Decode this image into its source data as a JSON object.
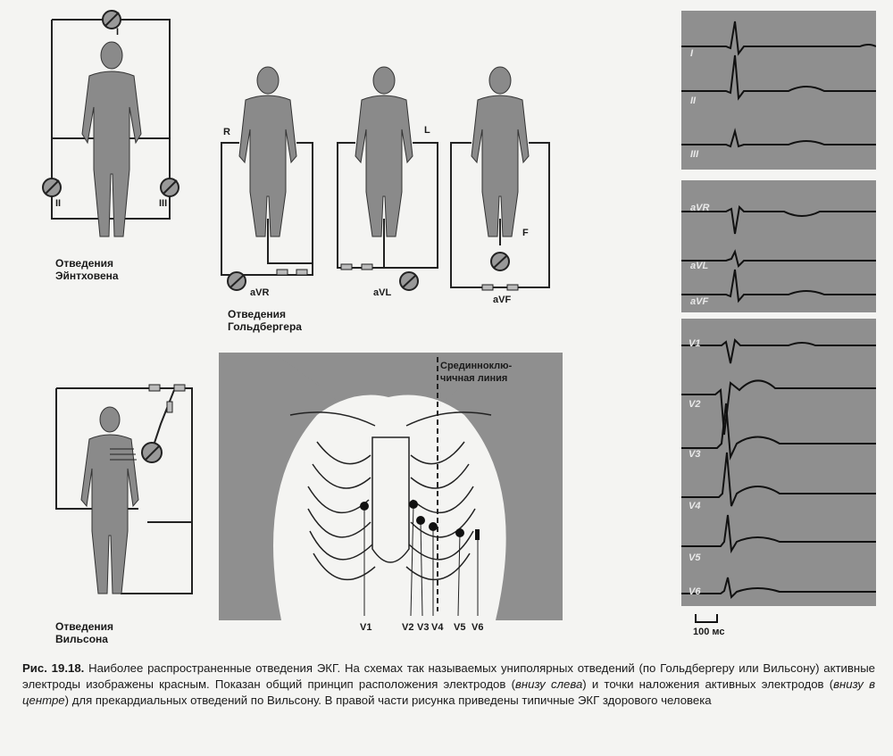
{
  "einthoven": {
    "caption_line1": "Отведения",
    "caption_line2": "Эйнтховена",
    "lead_I": "I",
    "lead_II": "II",
    "lead_III": "III"
  },
  "goldberger": {
    "caption_line1": "Отведения",
    "caption_line2": "Гольдбергера",
    "label_R": "R",
    "label_L": "L",
    "label_F": "F",
    "lead_aVR": "aVR",
    "lead_aVL": "aVL",
    "lead_aVF": "aVF"
  },
  "wilson": {
    "caption_line1": "Отведения",
    "caption_line2": "Вильсона"
  },
  "chest": {
    "midclavicular_line1": "Срединноклю-",
    "midclavicular_line2": "чичная линия",
    "electrodes": [
      "V1",
      "V2",
      "V3",
      "V4",
      "V5",
      "V6"
    ]
  },
  "ecg": {
    "limb_leads": [
      "I",
      "II",
      "III"
    ],
    "augmented_leads": [
      "aVR",
      "aVL",
      "aVF"
    ],
    "precordial_leads": [
      "V1",
      "V2",
      "V3",
      "V4",
      "V5",
      "V6"
    ],
    "scale_label": "100 мс"
  },
  "caption": {
    "fig_label": "Рис. 19.18.",
    "text_a": " Наиболее распространенные отведения ЭКГ. На схемах так называемых униполярных отведений (по Гольдбергеру или Вильсону) активные электроды изображены красным. Показан общий принцип расположения электродов (",
    "text_b": "внизу слева",
    "text_c": ") и точки наложения активных электродов (",
    "text_d": "внизу в центре",
    "text_e": ") для прекардиальных отведений по Вильсону. В правой части рисунка приведены типичные ЭКГ здорового человека"
  }
}
